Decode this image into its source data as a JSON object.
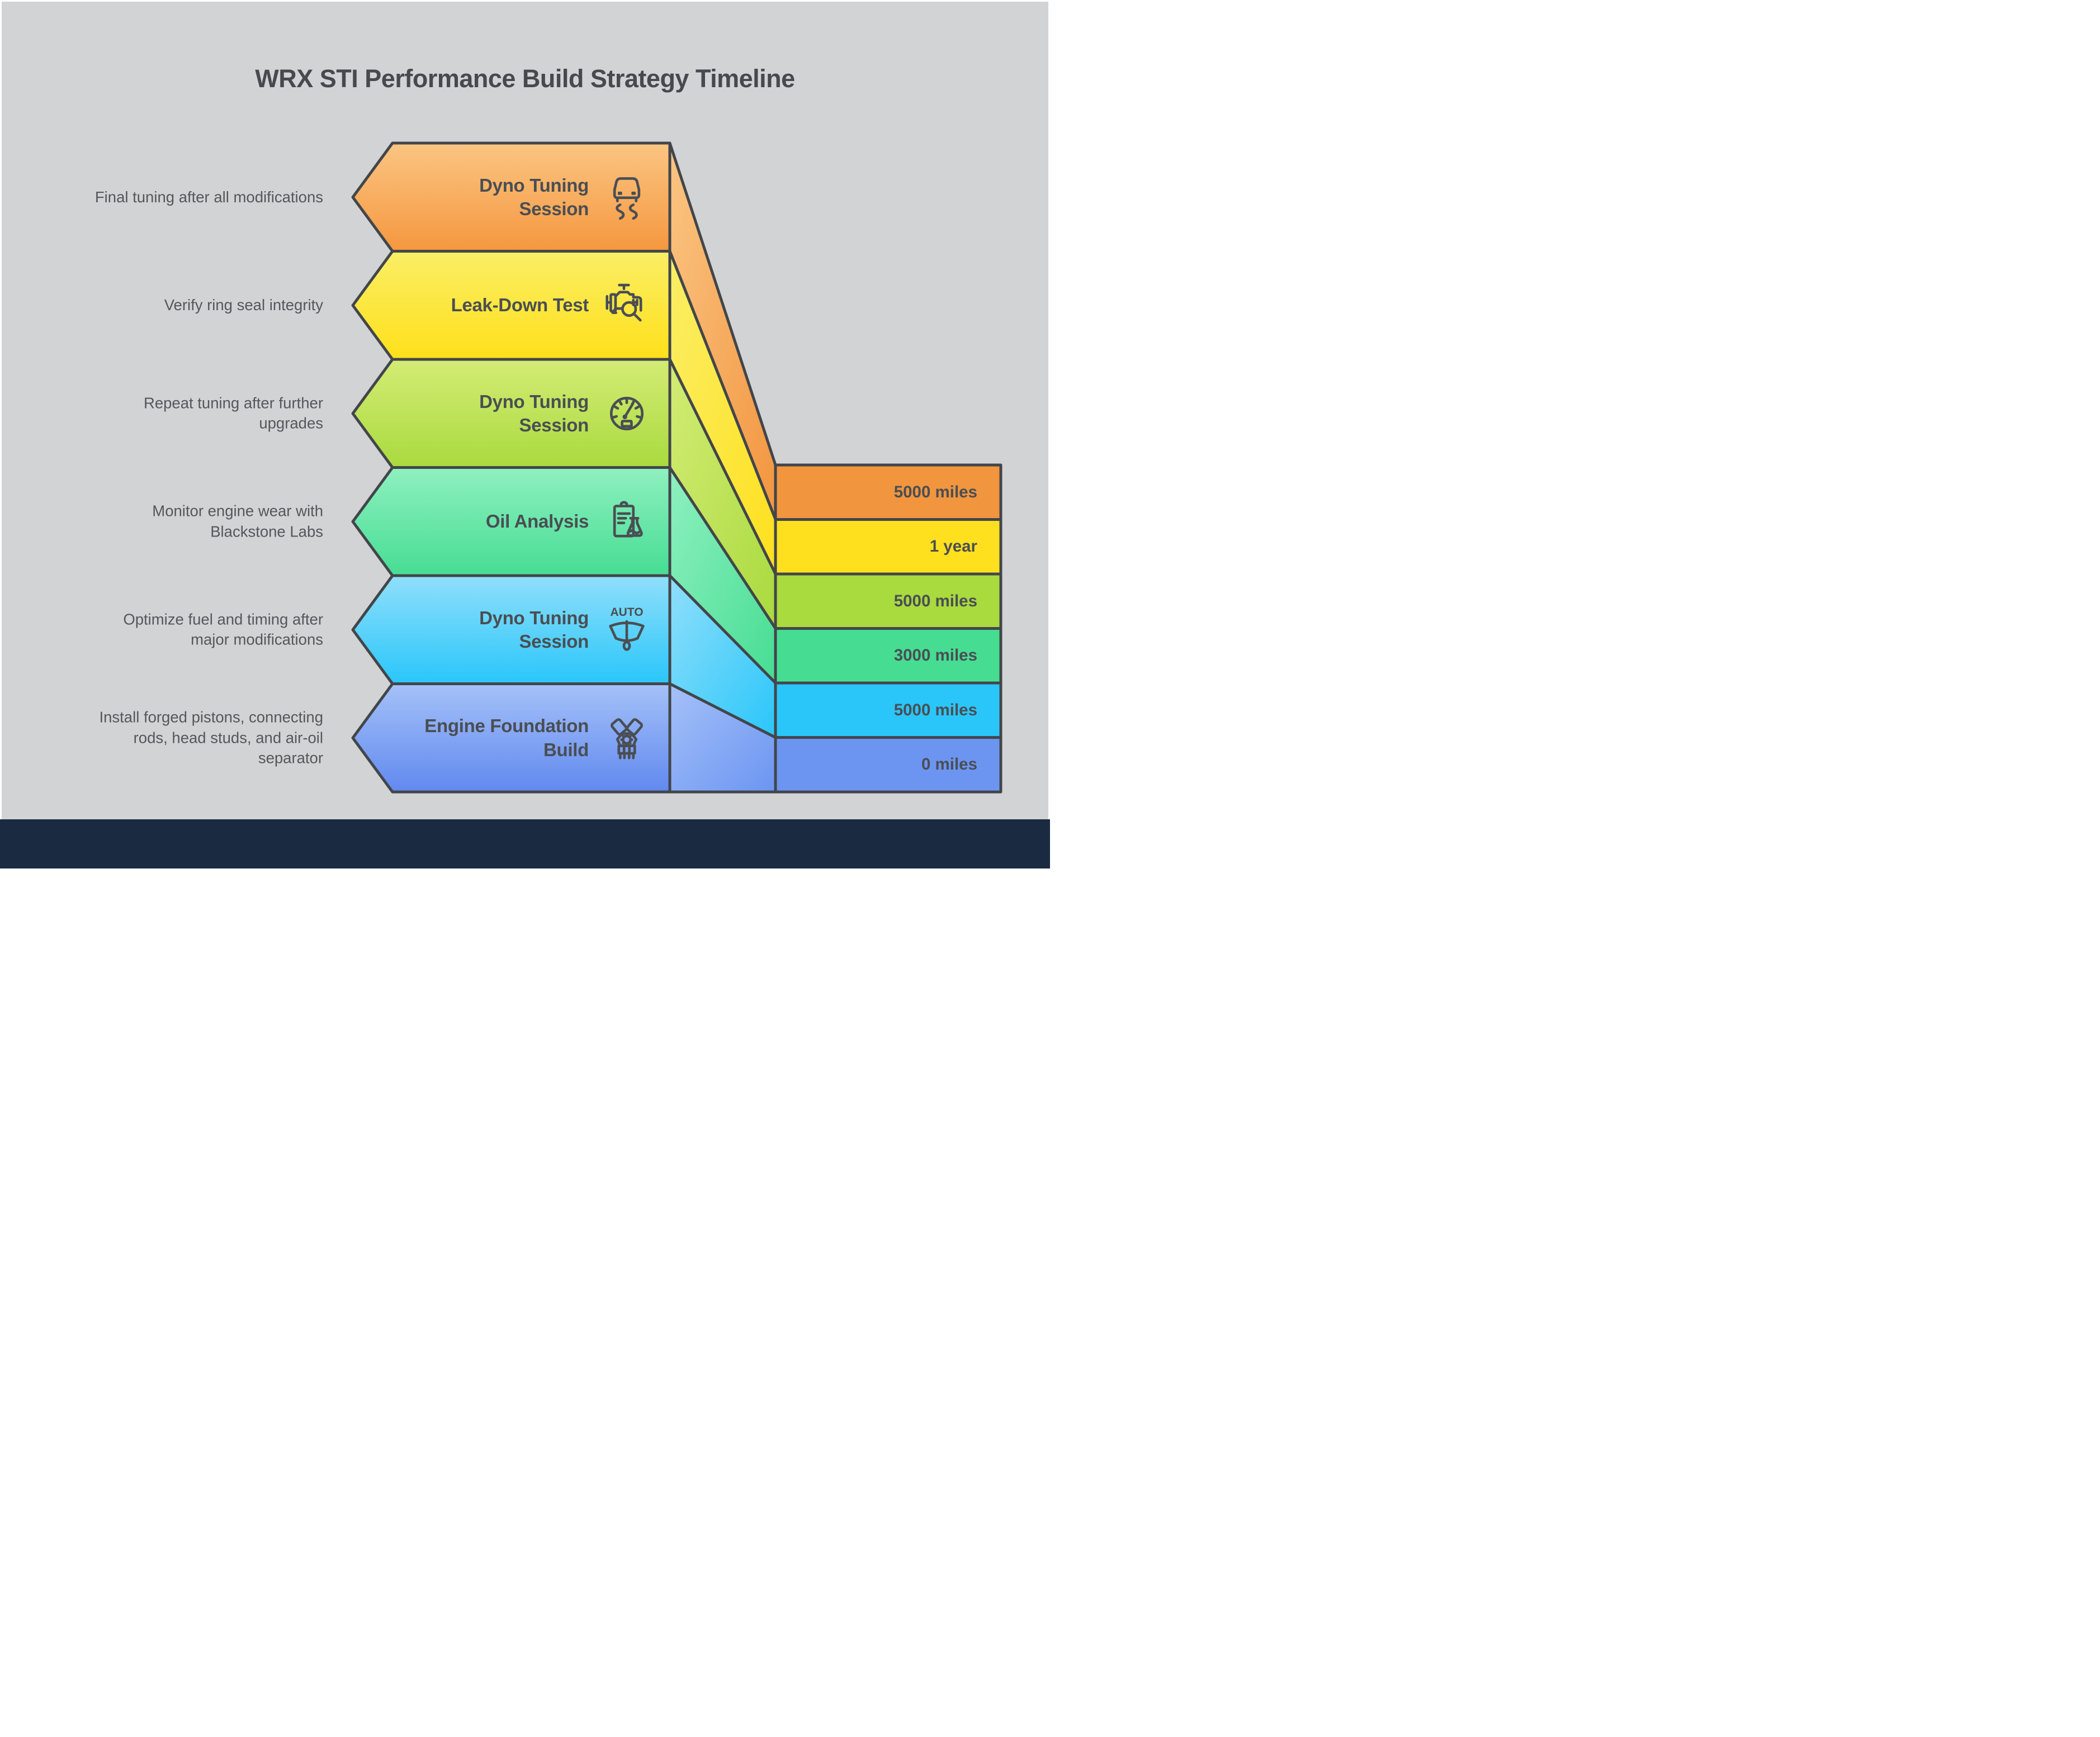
{
  "title": "WRX STI Performance Build Strategy Timeline",
  "colors": {
    "canvas": "#d2d3d5",
    "border": "#42464a",
    "ink": "#4a4e53",
    "label": "#54575b",
    "footer": "#1a2b41"
  },
  "steps": [
    {
      "name": "Dyno Tuning Session (final)",
      "label": "Dyno Tuning\nSession",
      "note": "Final tuning after all modifications",
      "milestone": "5000 miles",
      "icon": "car-skid-icon",
      "colors": {
        "light": "#fbc583",
        "dark": "#f5973f",
        "box": "#f2953f"
      }
    },
    {
      "name": "Leak-Down Test",
      "label": "Leak-Down Test",
      "note": "Verify ring seal integrity",
      "milestone": "1 year",
      "icon": "engine-inspection-icon",
      "colors": {
        "light": "#faee66",
        "dark": "#ffe01a",
        "box": "#ffe01e"
      }
    },
    {
      "name": "Dyno Tuning Session (repeat)",
      "label": "Dyno Tuning\nSession",
      "note": "Repeat tuning after further\nupgrades",
      "milestone": "5000 miles",
      "icon": "speedometer-icon",
      "colors": {
        "light": "#d4ec75",
        "dark": "#a9da3e",
        "box": "#a9da3e"
      }
    },
    {
      "name": "Oil Analysis",
      "label": "Oil Analysis",
      "note": "Monitor engine wear with\nBlackstone Labs",
      "milestone": "3000 miles",
      "icon": "oil-report-flask-icon",
      "colors": {
        "light": "#8ff0c0",
        "dark": "#46dd93",
        "box": "#46dd93"
      }
    },
    {
      "name": "Dyno Tuning Session (baseline)",
      "label": "Dyno Tuning\nSession",
      "note": "Optimize fuel and timing after\nmajor modifications",
      "milestone": "5000 miles",
      "icon": "auto-gauge-icon",
      "icon_text": "AUTO",
      "colors": {
        "light": "#90dffa",
        "dark": "#2ac6fa",
        "box": "#2ac6fa"
      }
    },
    {
      "name": "Engine Foundation Build",
      "label": "Engine Foundation\nBuild",
      "note": "Install forged pistons, connecting\nrods, head studs, and air-oil\nseparator",
      "milestone": "0 miles",
      "icon": "v-engine-icon",
      "colors": {
        "light": "#a5c1f8",
        "dark": "#6189ef",
        "box": "#6c95f2"
      }
    }
  ]
}
